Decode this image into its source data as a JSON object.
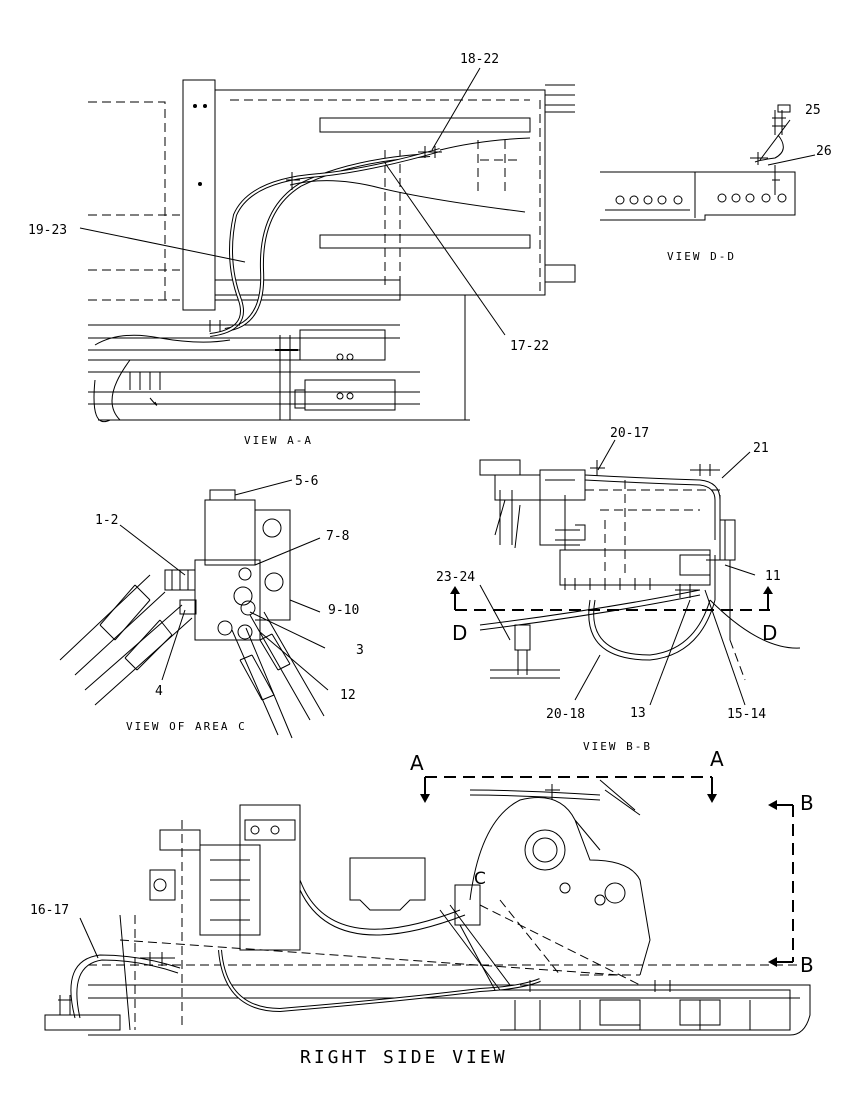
{
  "views": {
    "view_aa": {
      "caption": "VIEW A-A",
      "callouts": [
        "18-22",
        "19-23",
        "17-22"
      ]
    },
    "view_dd": {
      "caption": "VIEW D-D",
      "callouts": [
        "25",
        "26"
      ]
    },
    "view_area_c": {
      "caption": "VIEW OF AREA C",
      "callouts": [
        "5-6",
        "1-2",
        "7-8",
        "9-10",
        "3",
        "4",
        "12"
      ]
    },
    "view_bb": {
      "caption": "VIEW B-B",
      "callouts": [
        "20-17",
        "21",
        "23-24",
        "11",
        "20-18",
        "13",
        "15-14"
      ],
      "section_marks": [
        "D",
        "D"
      ]
    },
    "right_side": {
      "caption": "RIGHT SIDE VIEW",
      "callouts": [
        "16-17"
      ],
      "section_marks": [
        "A",
        "A",
        "B",
        "B"
      ],
      "area_marker": "C"
    }
  }
}
